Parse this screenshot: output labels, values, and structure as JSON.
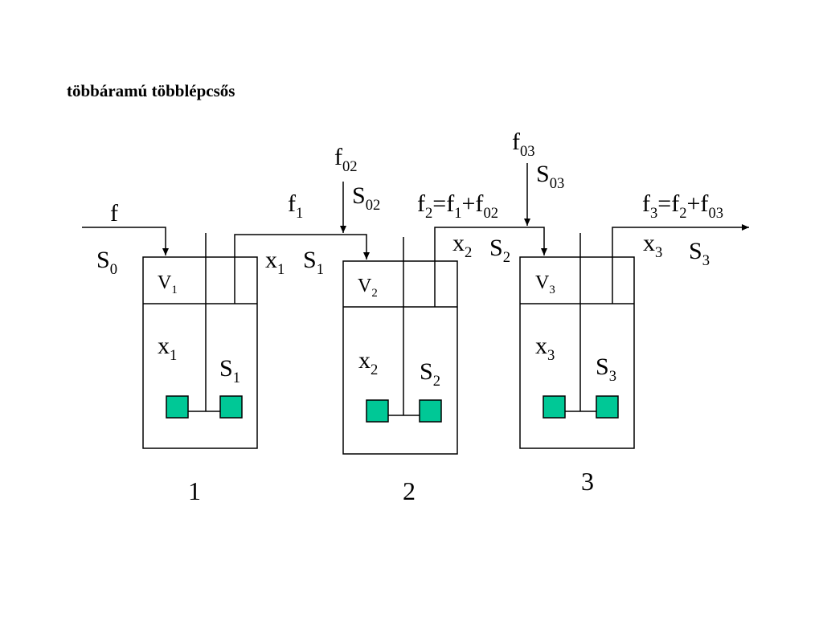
{
  "title": "többáramú többlépcsős",
  "colors": {
    "impeller": "#00c896",
    "line": "#000000",
    "background": "#ffffff"
  },
  "feed": {
    "f": "f",
    "S0": {
      "base": "S",
      "sub": "0"
    }
  },
  "inflows": {
    "f02": {
      "base": "f",
      "sub": "02"
    },
    "S02": {
      "base": "S",
      "sub": "02"
    },
    "f03": {
      "base": "f",
      "sub": "03"
    },
    "S03": {
      "base": "S",
      "sub": "03"
    }
  },
  "streams": {
    "f1": {
      "base": "f",
      "sub": "1"
    },
    "f2_eq": [
      {
        "base": "f",
        "sub": "2"
      },
      {
        "base": "=f",
        "sub": "1"
      },
      {
        "base": "+f",
        "sub": "02"
      }
    ],
    "f3_eq": [
      {
        "base": "f",
        "sub": "3"
      },
      {
        "base": "=f",
        "sub": "2"
      },
      {
        "base": "+f",
        "sub": "03"
      }
    ]
  },
  "reactors": [
    {
      "number": "1",
      "volume": {
        "base": "V",
        "sub": "1"
      },
      "inside_x": {
        "base": "x",
        "sub": "1"
      },
      "inside_s": {
        "base": "S",
        "sub": "1"
      },
      "out_x": {
        "base": "x",
        "sub": "1"
      },
      "out_s": {
        "base": "S",
        "sub": "1"
      }
    },
    {
      "number": "2",
      "volume": {
        "base": "V",
        "sub": "2"
      },
      "inside_x": {
        "base": "x",
        "sub": "2"
      },
      "inside_s": {
        "base": "S",
        "sub": "2"
      },
      "out_x": {
        "base": "x",
        "sub": "2"
      },
      "out_s": {
        "base": "S",
        "sub": "2"
      }
    },
    {
      "number": "3",
      "volume": {
        "base": "V",
        "sub": "3"
      },
      "inside_x": {
        "base": "x",
        "sub": "3"
      },
      "inside_s": {
        "base": "S",
        "sub": "3"
      },
      "out_x": {
        "base": "x",
        "sub": "3"
      },
      "out_s": {
        "base": "S",
        "sub": "3"
      }
    }
  ]
}
